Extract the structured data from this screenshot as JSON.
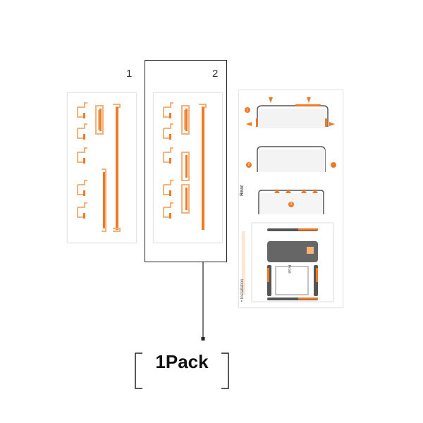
{
  "sheets": [
    {
      "label": "1"
    },
    {
      "label": "2"
    }
  ],
  "pack": {
    "label": "1Pack"
  },
  "instructions": {
    "side_label": "Rear",
    "steps": [
      "1",
      "2",
      "3"
    ],
    "arrow_label": "Front",
    "footer": "• Installation"
  },
  "colors": {
    "accent": "#f07a22",
    "accent_light": "#f6b27a",
    "frame": "#222222",
    "device": "#555555"
  }
}
